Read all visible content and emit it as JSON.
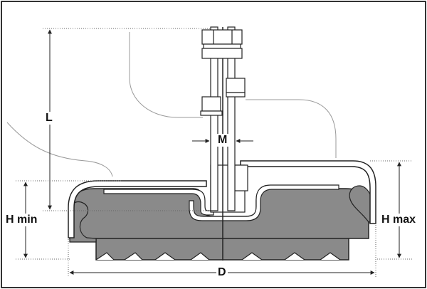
{
  "labels": {
    "L": "L",
    "M": "M",
    "h_min": "H min",
    "h_max": "H max",
    "D": "D"
  },
  "colors": {
    "rubber": "#8a8a8a",
    "metal": "#ffffff",
    "outline": "#222222",
    "dim_line": "#222222",
    "background_curve": "#9a9a9a",
    "border": "#333333"
  }
}
